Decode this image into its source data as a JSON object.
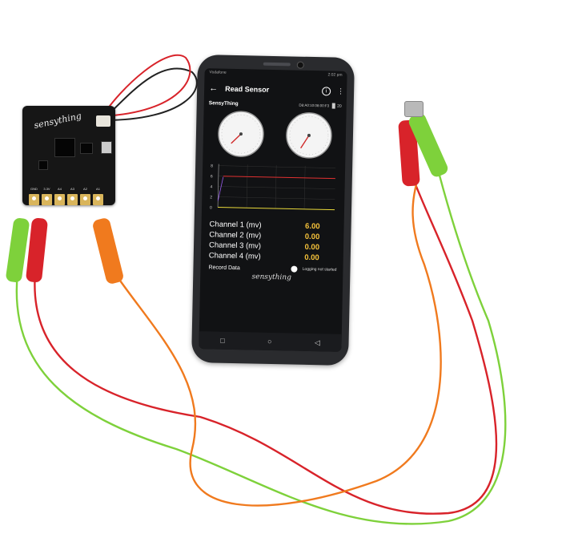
{
  "phone": {
    "status_left": "Vodafone",
    "status_right": "2:02 pm",
    "app_title": "Read Sensor",
    "device_name": "SensyThing",
    "device_mac": "D8:A0:10:08:00:F3",
    "battery_value": "20",
    "chart_y_ticks": [
      "8",
      "6",
      "4",
      "2",
      "0"
    ],
    "channels": [
      {
        "label": "Channel 1 (mv)",
        "value": "6.00"
      },
      {
        "label": "Channel 2 (mv)",
        "value": "0.00"
      },
      {
        "label": "Channel 3 (mv)",
        "value": "0.00"
      },
      {
        "label": "Channel 4 (mv)",
        "value": "0.00"
      }
    ],
    "record_label": "Record Data",
    "logging_status": "Logging not started",
    "watermark": "sensything"
  },
  "board": {
    "brand": "sensything",
    "pin_labels": [
      "GND",
      "3.3V",
      "A4",
      "A3",
      "A2",
      "A1"
    ]
  },
  "colors": {
    "wire_red": "#d8232a",
    "wire_green": "#7ed13b",
    "wire_orange": "#f07a1e",
    "channel_value": "#f3c03a",
    "chart_line": "#e03030"
  }
}
